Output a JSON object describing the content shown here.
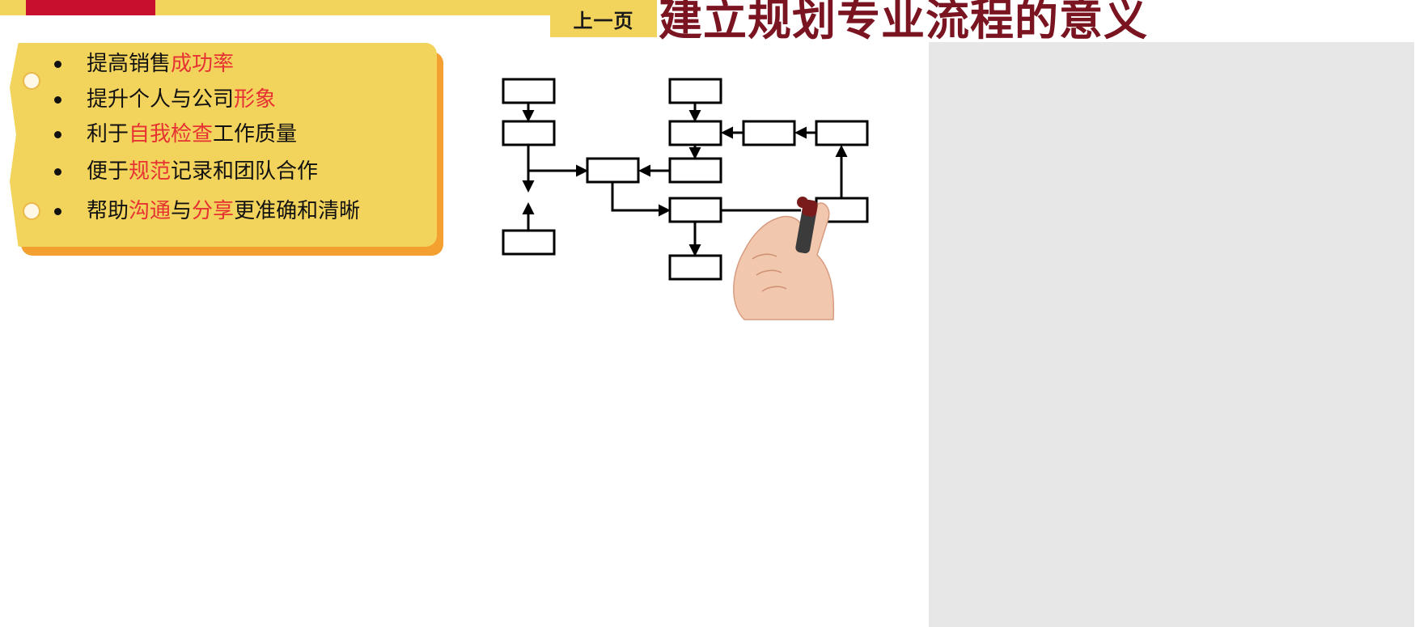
{
  "header": {
    "prev_label": "上一页",
    "title": "建立规划专业流程的意义"
  },
  "bullets": [
    {
      "parts": [
        {
          "text": "提高销售",
          "highlight": false
        },
        {
          "text": "成功率",
          "highlight": true
        }
      ]
    },
    {
      "parts": [
        {
          "text": "提升个人与公司",
          "highlight": false
        },
        {
          "text": "形象",
          "highlight": true
        }
      ]
    },
    {
      "parts": [
        {
          "text": "利于",
          "highlight": false
        },
        {
          "text": "自我检查",
          "highlight": true
        },
        {
          "text": "工作质量",
          "highlight": false
        }
      ]
    },
    {
      "parts": [
        {
          "text": "便于",
          "highlight": false
        },
        {
          "text": "规范",
          "highlight": true
        },
        {
          "text": "记录和团队合作",
          "highlight": false
        }
      ]
    },
    {
      "parts": [
        {
          "text": "帮助",
          "highlight": false
        },
        {
          "text": "沟通",
          "highlight": true
        },
        {
          "text": "与",
          "highlight": false
        },
        {
          "text": "分享",
          "highlight": true
        },
        {
          "text": "更准确和清晰",
          "highlight": false
        }
      ]
    }
  ],
  "colors": {
    "accent_red": "#c8102e",
    "accent_yellow": "#f2d35c",
    "title_color": "#7a1420",
    "highlight_text": "#e63232",
    "panel_gray": "#e6e7e6"
  },
  "images": {
    "flowchart": "hand-drawing-flowchart"
  }
}
